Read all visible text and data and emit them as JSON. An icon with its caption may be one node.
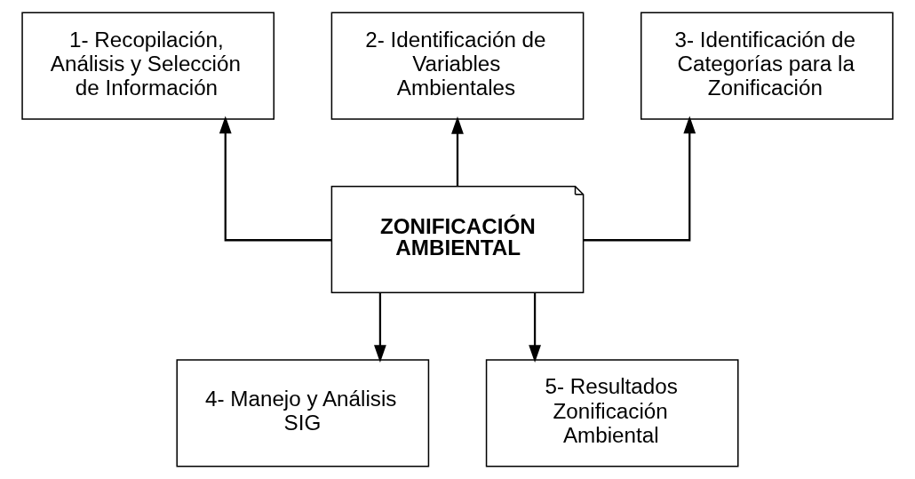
{
  "diagram": {
    "nodes": [
      {
        "text": [
          "1- Recopilación, Análisis y Selección de Información"
        ]
      },
      {
        "text": [
          "2- Identificación de Variables Ambientales"
        ]
      },
      {
        "text": [
          "3- Identificación de Categorías para la Zonificación"
        ]
      },
      {
        "text": [
          "ZONIFICACIÓN AMBIENTAL"
        ]
      },
      {
        "text": [
          "4- Manejo y Análisis SIG"
        ]
      },
      {
        "text": [
          "5- Resultados Zonificación Ambiental"
        ]
      }
    ],
    "edges": [
      {
        "from": 3,
        "to": 0,
        "arrow": "to"
      },
      {
        "from": 3,
        "to": 1,
        "arrow": "to"
      },
      {
        "from": 3,
        "to": 2,
        "arrow": "to"
      },
      {
        "from": 3,
        "to": 4,
        "arrow": "to"
      },
      {
        "from": 3,
        "to": 5,
        "arrow": "to"
      }
    ]
  }
}
